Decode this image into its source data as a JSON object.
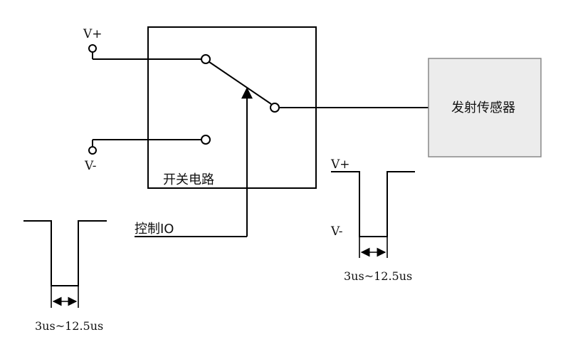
{
  "labels": {
    "v_plus_top": "V+",
    "v_minus_left": "V-",
    "switch_circuit": "开关电路",
    "control_io": "控制IO",
    "sensor": "发射传感器",
    "pulse_v_plus": "V+",
    "pulse_v_minus": "V-",
    "pulse_width_right": "3us~12.5us",
    "pulse_width_left": "3us~12.5us"
  },
  "colors": {
    "line": "#000000",
    "sensor_fill": "#ececec",
    "sensor_border": "#888888",
    "background": "#ffffff"
  }
}
